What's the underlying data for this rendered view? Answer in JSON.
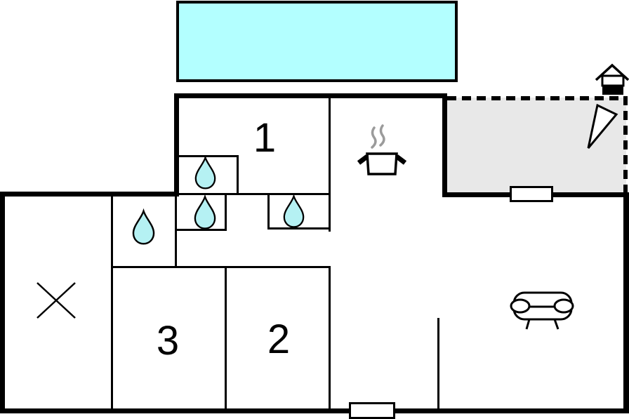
{
  "page": {
    "title": "Holiday home floor plan"
  },
  "colors": {
    "pool": "#b3ffff",
    "drop": "#b5f1f3",
    "terrace": "#e8e8e8",
    "wall": "#000000",
    "steam": "#9b9b9b",
    "bg": "#ffffff"
  },
  "rooms": {
    "room1": {
      "label": "1"
    },
    "room2": {
      "label": "2"
    },
    "room3": {
      "label": "3"
    }
  },
  "features": {
    "areas": [
      "swimming-pool",
      "covered-terrace",
      "living-room",
      "kitchen",
      "hallway",
      "storage"
    ],
    "icons": [
      {
        "name": "water-drop-icon",
        "count": 4
      },
      {
        "name": "cooking-pot-icon",
        "count": 1
      },
      {
        "name": "sofa-icon",
        "count": 1
      },
      {
        "name": "cross-icon",
        "count": 1
      },
      {
        "name": "house-icon",
        "count": 1
      },
      {
        "name": "cone-icon",
        "count": 1
      },
      {
        "name": "window",
        "count": 2
      }
    ]
  }
}
